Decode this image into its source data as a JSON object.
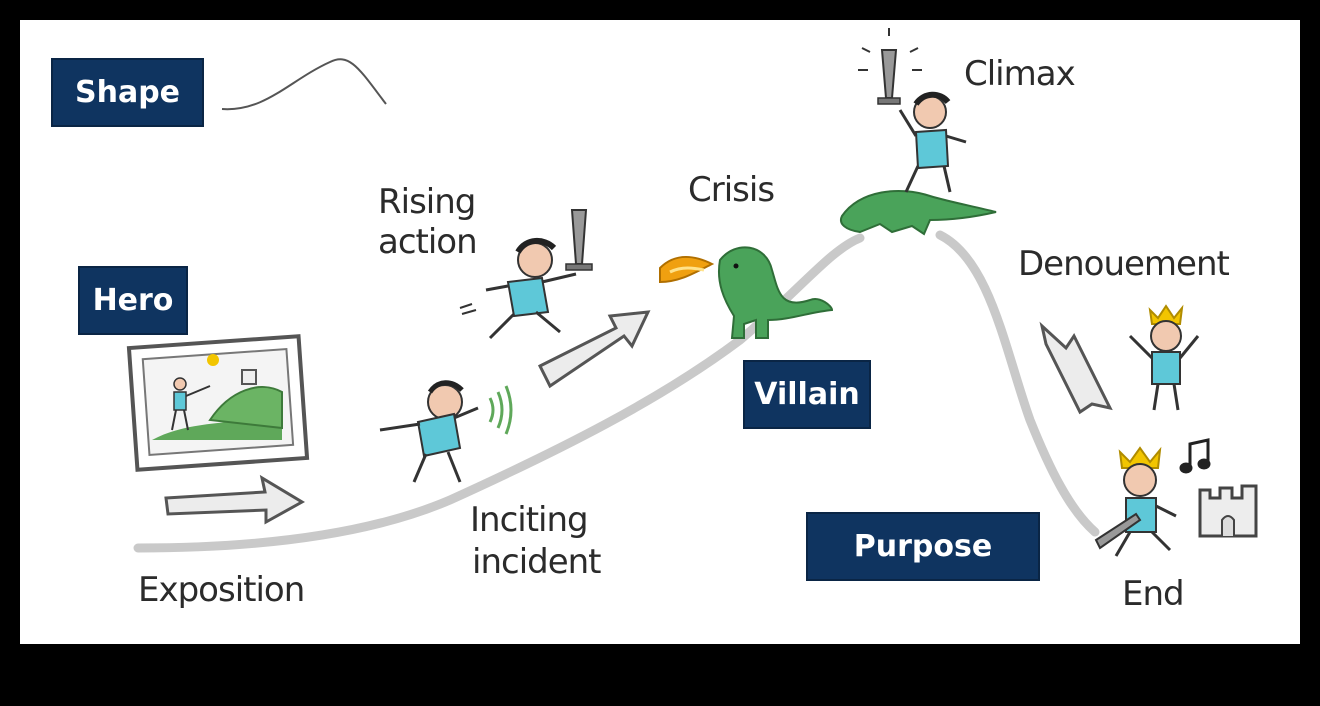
{
  "tags": {
    "shape": "Shape",
    "hero": "Hero",
    "villain": "Villain",
    "purpose": "Purpose"
  },
  "stages": {
    "exposition": "Exposition",
    "inciting_line1": "Inciting",
    "inciting_line2": "incident",
    "rising_line1": "Rising",
    "rising_line2": "action",
    "crisis": "Crisis",
    "climax": "Climax",
    "denouement": "Denouement",
    "end": "End"
  },
  "colors": {
    "tag_bg": "#0f3460",
    "tag_text": "#ffffff",
    "story_line": "#c8c8c8",
    "shirt": "#5ec8d8",
    "dragon": "#4aa35a",
    "crown": "#f2c500",
    "fire": "#f0a010",
    "grass": "#5fa85a"
  },
  "icons": [
    "shape-curve-icon",
    "picture-frame-icon",
    "arrow-right-icon",
    "scared-hero-icon",
    "sound-waves-icon",
    "running-hero-icon",
    "arrow-up-icon",
    "dragon-icon",
    "fire-icon",
    "hero-on-dragon-icon",
    "sword-icon",
    "arrow-down-icon",
    "crowned-hero-icon",
    "king-hero-icon",
    "music-note-icon",
    "castle-icon"
  ]
}
